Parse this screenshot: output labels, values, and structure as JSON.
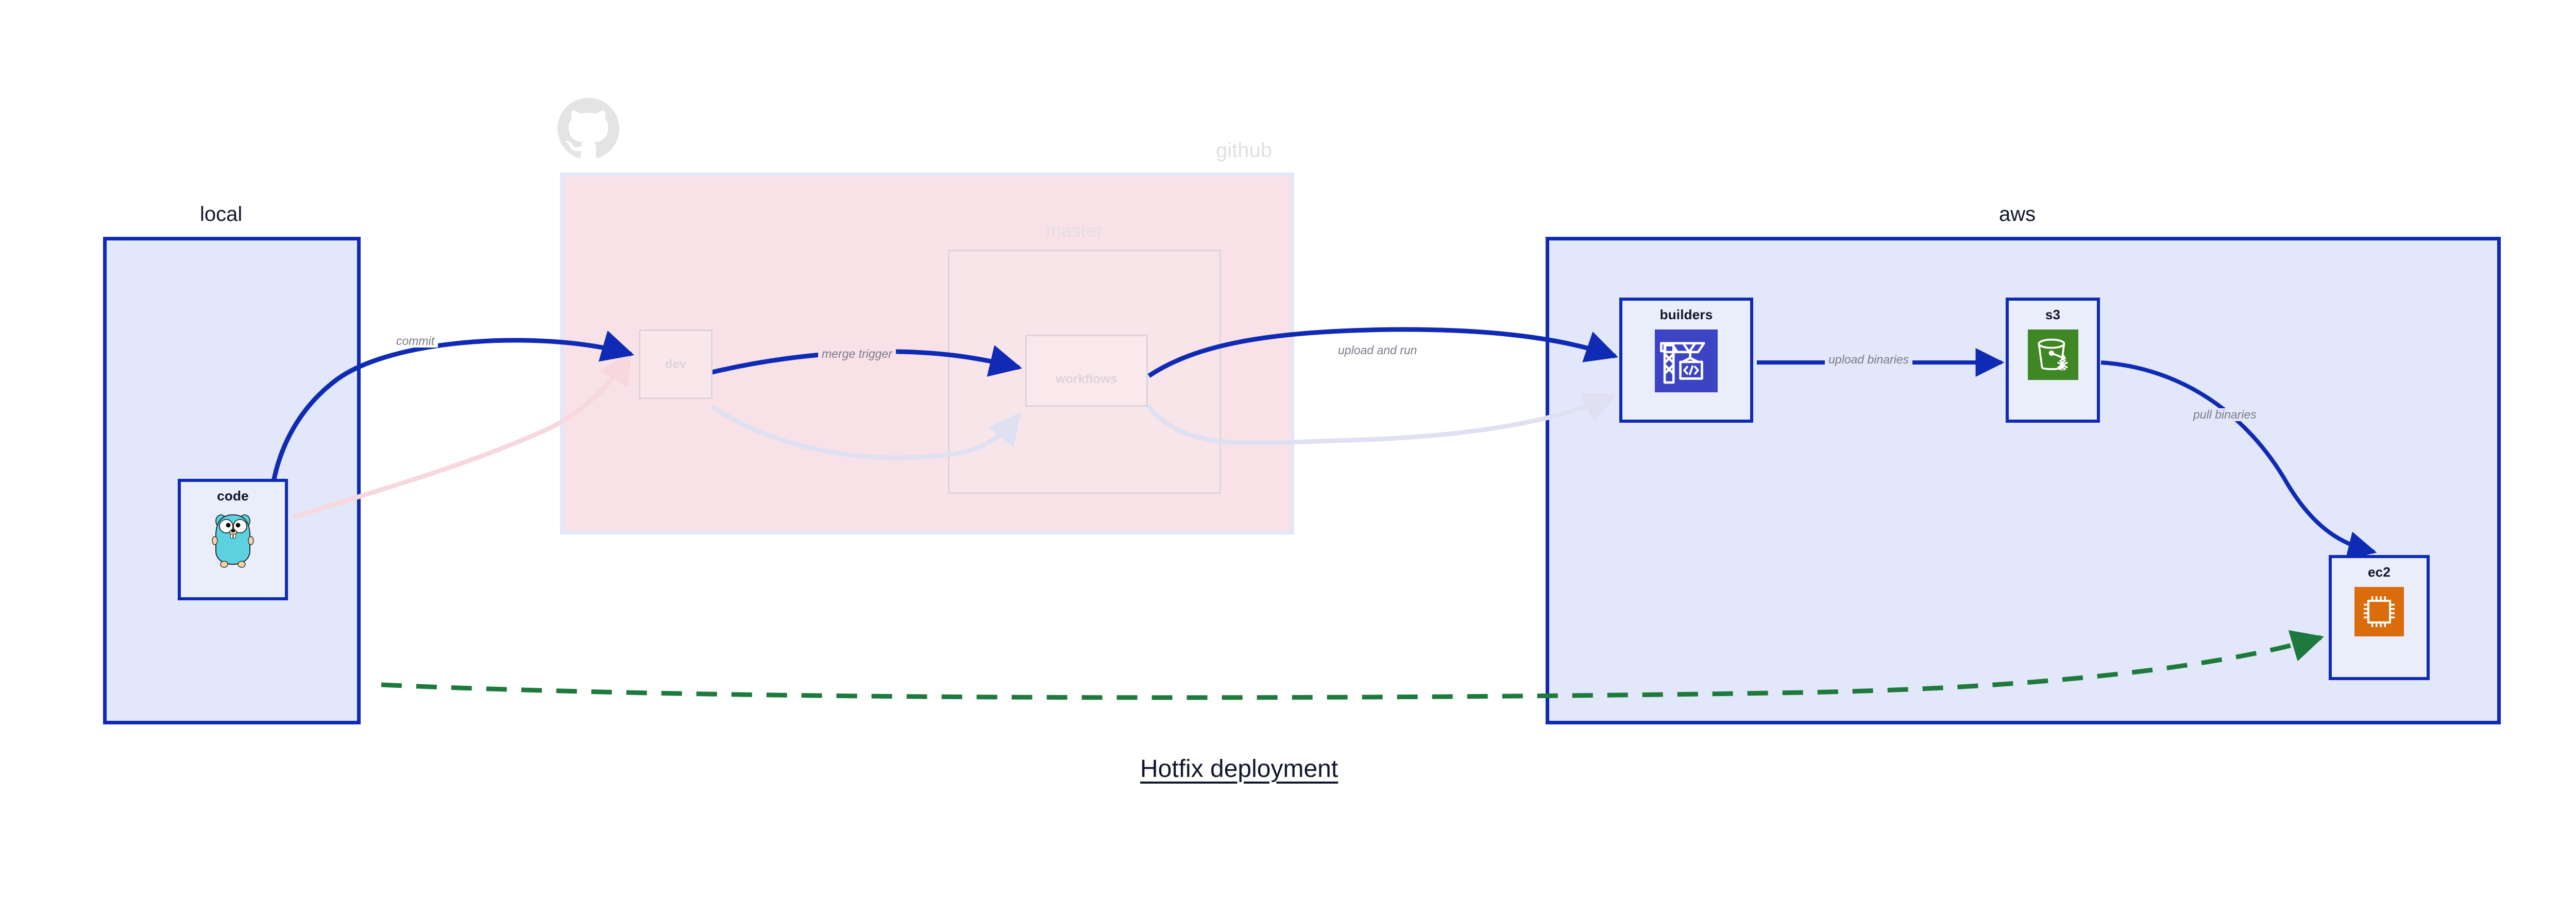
{
  "caption": "Hotfix deployment",
  "groups": [
    {
      "id": "local",
      "title": "local",
      "title_faded": false
    },
    {
      "id": "github",
      "title": "github",
      "title_faded": true
    },
    {
      "id": "aws",
      "title": "aws",
      "title_faded": false
    }
  ],
  "subgroups": [
    {
      "id": "master",
      "title": "master",
      "title_faded": true
    }
  ],
  "nodes": [
    {
      "id": "code",
      "label": "code",
      "icon": "go-gopher-icon",
      "faded": false
    },
    {
      "id": "dev",
      "label": "dev",
      "icon": "none",
      "faded": true
    },
    {
      "id": "workflows",
      "label": "workflows",
      "icon": "none",
      "faded": true
    },
    {
      "id": "builders",
      "label": "builders",
      "icon": "crane-code-icon",
      "faded": false
    },
    {
      "id": "s3",
      "label": "s3",
      "icon": "s3-bucket-icon",
      "faded": false
    },
    {
      "id": "ec2",
      "label": "ec2",
      "icon": "cpu-chip-icon",
      "faded": false
    }
  ],
  "edges": [
    {
      "id": "commit",
      "label": "commit",
      "from": "code",
      "to": "dev",
      "style": "solid-blue",
      "faded": false
    },
    {
      "id": "merge-trigger",
      "label": "merge trigger",
      "from": "dev",
      "to": "workflows",
      "style": "solid-blue",
      "faded": false
    },
    {
      "id": "upload-and-run",
      "label": "upload and run",
      "from": "workflows",
      "to": "builders",
      "style": "solid-blue",
      "faded": false
    },
    {
      "id": "upload-binaries",
      "label": "upload binaries",
      "from": "builders",
      "to": "s3",
      "style": "solid-blue",
      "faded": false
    },
    {
      "id": "pull-binaries",
      "label": "pull binaries",
      "from": "s3",
      "to": "ec2",
      "style": "solid-blue",
      "faded": false
    },
    {
      "id": "ssh-hotfix",
      "label": "",
      "from": "code",
      "to": "ec2",
      "style": "dashed-green",
      "faded": false
    },
    {
      "id": "code-to-dev-dim",
      "label": "",
      "from": "code",
      "to": "dev",
      "style": "solid-pink",
      "faded": true
    },
    {
      "id": "dev-to-wf-dim",
      "label": "",
      "from": "dev",
      "to": "workflows",
      "style": "solid-lilac",
      "faded": true
    },
    {
      "id": "wf-to-build-dim",
      "label": "",
      "from": "workflows",
      "to": "builders",
      "style": "solid-lilac",
      "faded": true
    }
  ],
  "colors": {
    "group_border_blue": "#0f2bb5",
    "group_fill_blue": "#e2e7f9",
    "group_fill_pink": "#f8e2e8",
    "node_fill": "#eaeefb",
    "edge_blue": "#0f2bb5",
    "edge_green": "#1e7a3c",
    "edge_label_gray": "#7b7b89",
    "title_dark": "#11162b",
    "faded_gray": "#e4dfe1",
    "icon_builders_bg": "#3c44c4",
    "icon_s3_bg": "#3f8624",
    "icon_ec2_bg": "#db6c0c",
    "gopher_body": "#5cd2e0"
  }
}
